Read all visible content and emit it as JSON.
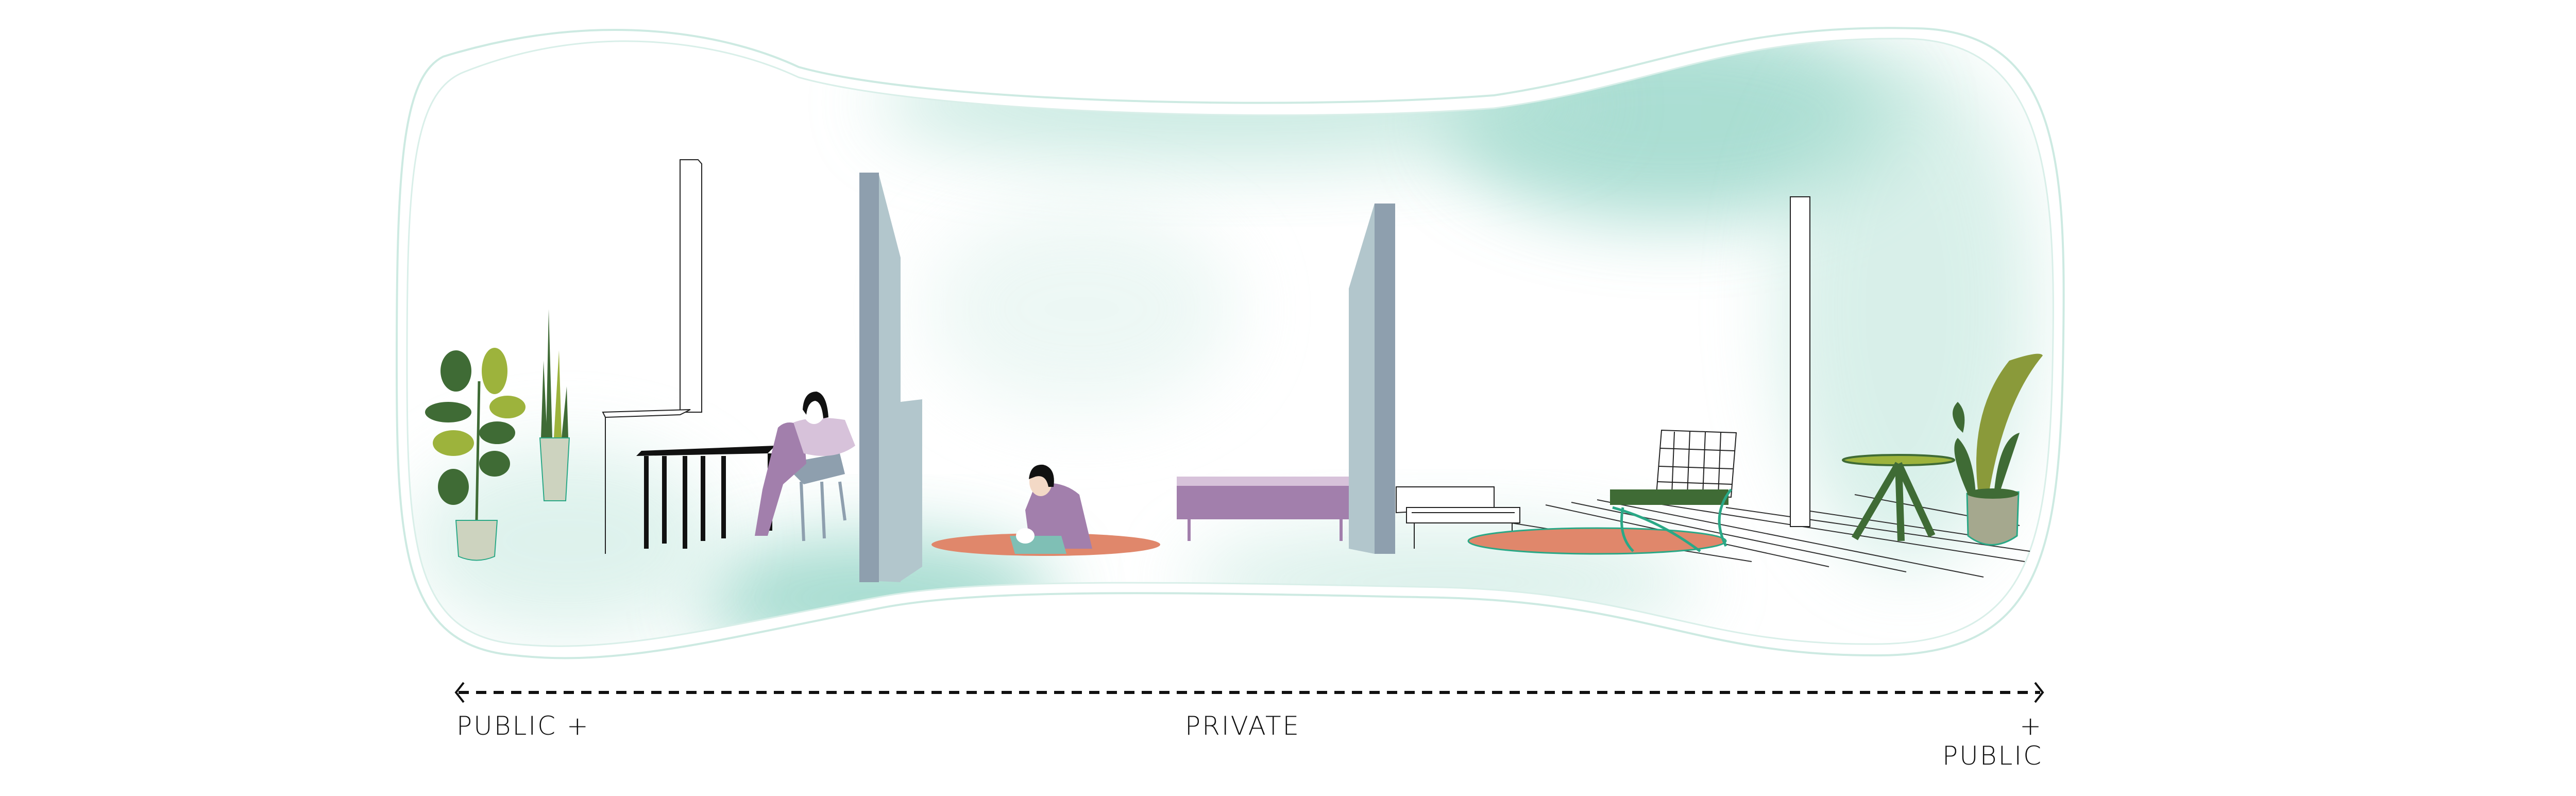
{
  "diagram": {
    "scale_labels": {
      "left": "PUBLIC +",
      "center": "PRIVATE",
      "right": "+ PUBLIC"
    },
    "colors": {
      "mist": "#8fd3c4",
      "wall_dark": "#8e9fae",
      "wall_light": "#b2c6cc",
      "purple": "#a27fac",
      "lilac": "#d7c2da",
      "rug": "#e0876b",
      "leaf_dark": "#3f6b35",
      "leaf_light": "#9db33c",
      "pot": "#cdd3bf",
      "chair_teal": "#2aa886"
    }
  }
}
